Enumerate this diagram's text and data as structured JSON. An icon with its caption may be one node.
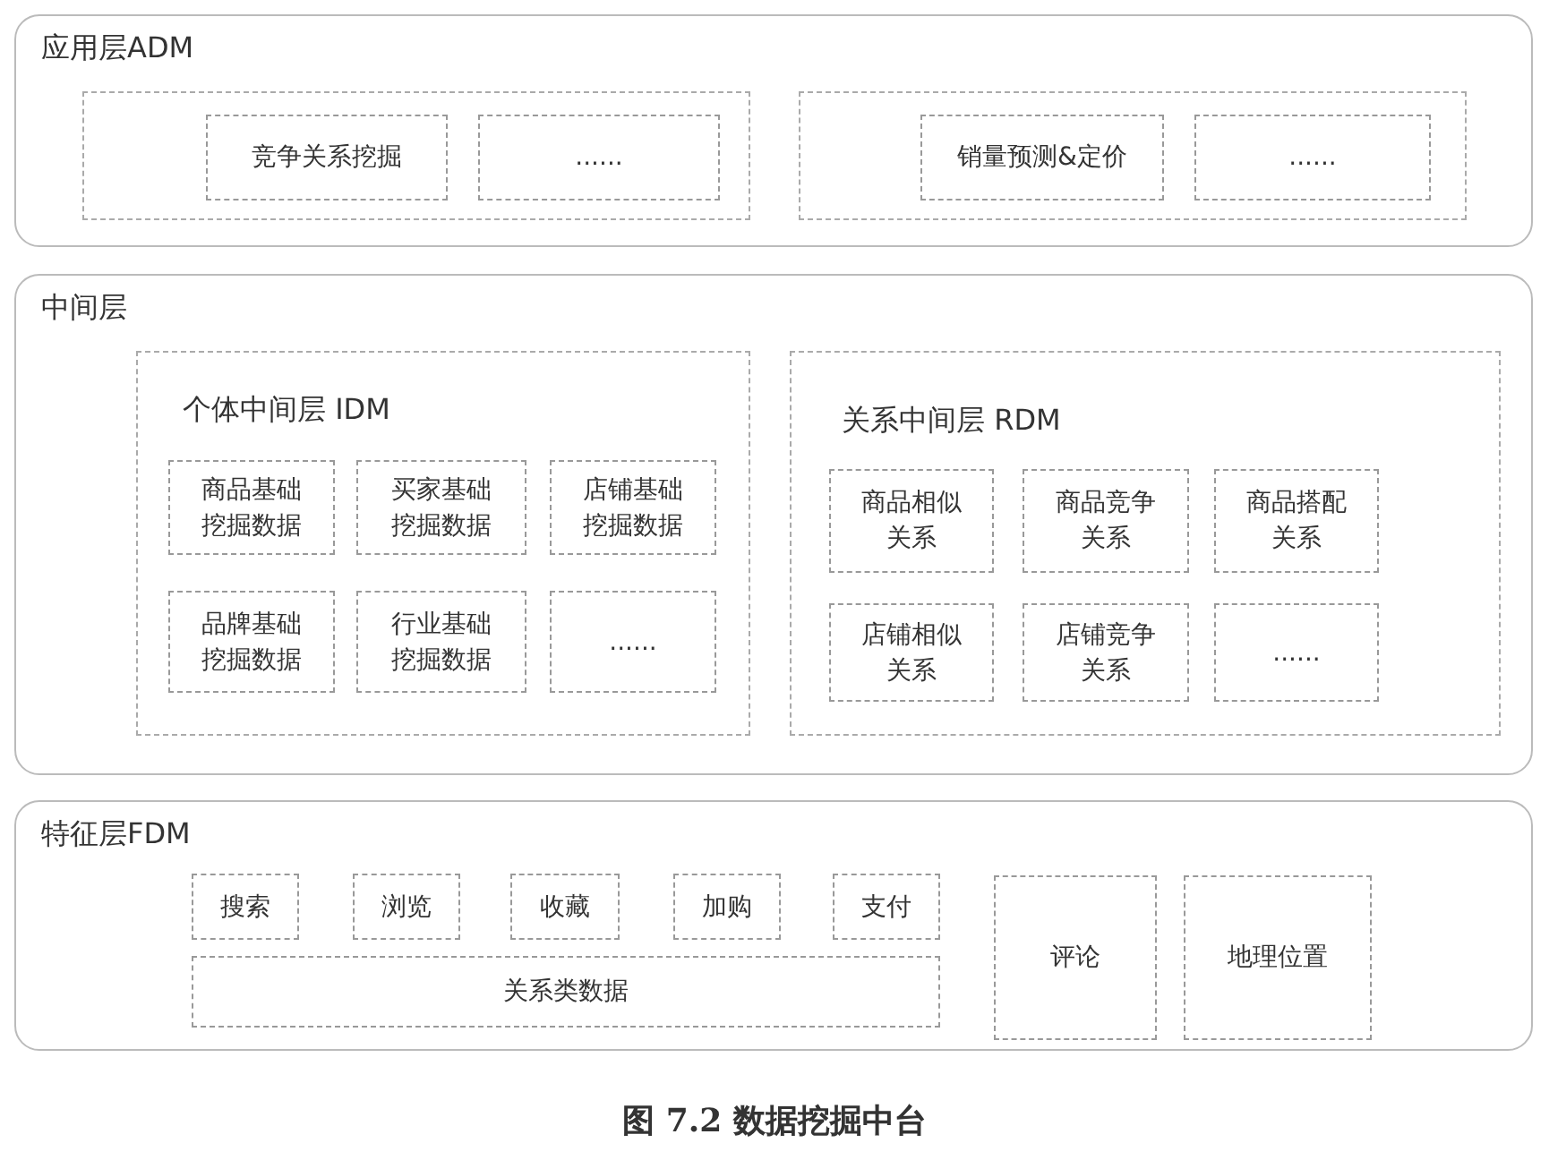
{
  "diagram": {
    "caption": "图 7.2 数据挖掘中台",
    "nodes": [
      {
        "text": [
          "应用层ADM"
        ]
      },
      {
        "text": [],
        "shape": "box",
        "in": 0
      },
      {
        "text": [
          "竞争关系挖掘"
        ],
        "in": 1
      },
      {
        "text": [
          "......"
        ],
        "in": 1
      },
      {
        "text": [],
        "shape": "box",
        "in": 0
      },
      {
        "text": [
          "销量预测&定价"
        ],
        "in": 4
      },
      {
        "text": [
          "......"
        ],
        "in": 4
      },
      {
        "text": [
          "中间层"
        ]
      },
      {
        "text": [
          "个体中间层 IDM"
        ],
        "in": 7
      },
      {
        "text": [
          "商品基础挖掘数据"
        ],
        "in": 8
      },
      {
        "text": [
          "买家基础挖掘数据"
        ],
        "in": 8
      },
      {
        "text": [
          "店铺基础挖掘数据"
        ],
        "in": 8
      },
      {
        "text": [
          "品牌基础挖掘数据"
        ],
        "in": 8
      },
      {
        "text": [
          "行业基础挖掘数据"
        ],
        "in": 8
      },
      {
        "text": [
          "......"
        ],
        "in": 8
      },
      {
        "text": [
          "关系中间层 RDM"
        ],
        "in": 7
      },
      {
        "text": [
          "商品相似关系"
        ],
        "in": 15
      },
      {
        "text": [
          "商品竞争关系"
        ],
        "in": 15
      },
      {
        "text": [
          "商品搭配关系"
        ],
        "in": 15
      },
      {
        "text": [
          "店铺相似关系"
        ],
        "in": 15
      },
      {
        "text": [
          "店铺竞争关系"
        ],
        "in": 15
      },
      {
        "text": [
          "......"
        ],
        "in": 15
      },
      {
        "text": [
          "特征层FDM"
        ]
      },
      {
        "text": [
          "搜索"
        ],
        "in": 22
      },
      {
        "text": [
          "浏览"
        ],
        "in": 22
      },
      {
        "text": [
          "收藏"
        ],
        "in": 22
      },
      {
        "text": [
          "加购"
        ],
        "in": 22
      },
      {
        "text": [
          "支付"
        ],
        "in": 22
      },
      {
        "text": [
          "评论"
        ],
        "in": 22
      },
      {
        "text": [
          "地理位置"
        ],
        "in": 22
      },
      {
        "text": [
          "关系类数据"
        ],
        "in": 22
      }
    ]
  }
}
